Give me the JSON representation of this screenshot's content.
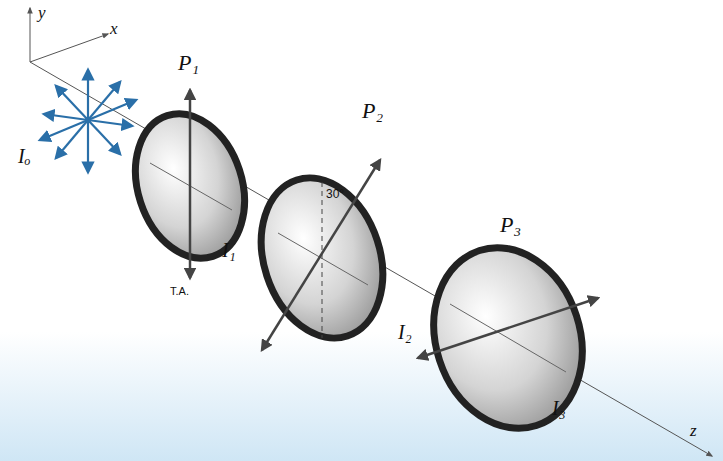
{
  "diagram": {
    "labels": [
      "y",
      "x",
      "z",
      "Iₒ",
      "P₁",
      "T.A.",
      "I₁",
      "P₂",
      "30°",
      "I₂",
      "P₃",
      "I₃"
    ]
  }
}
